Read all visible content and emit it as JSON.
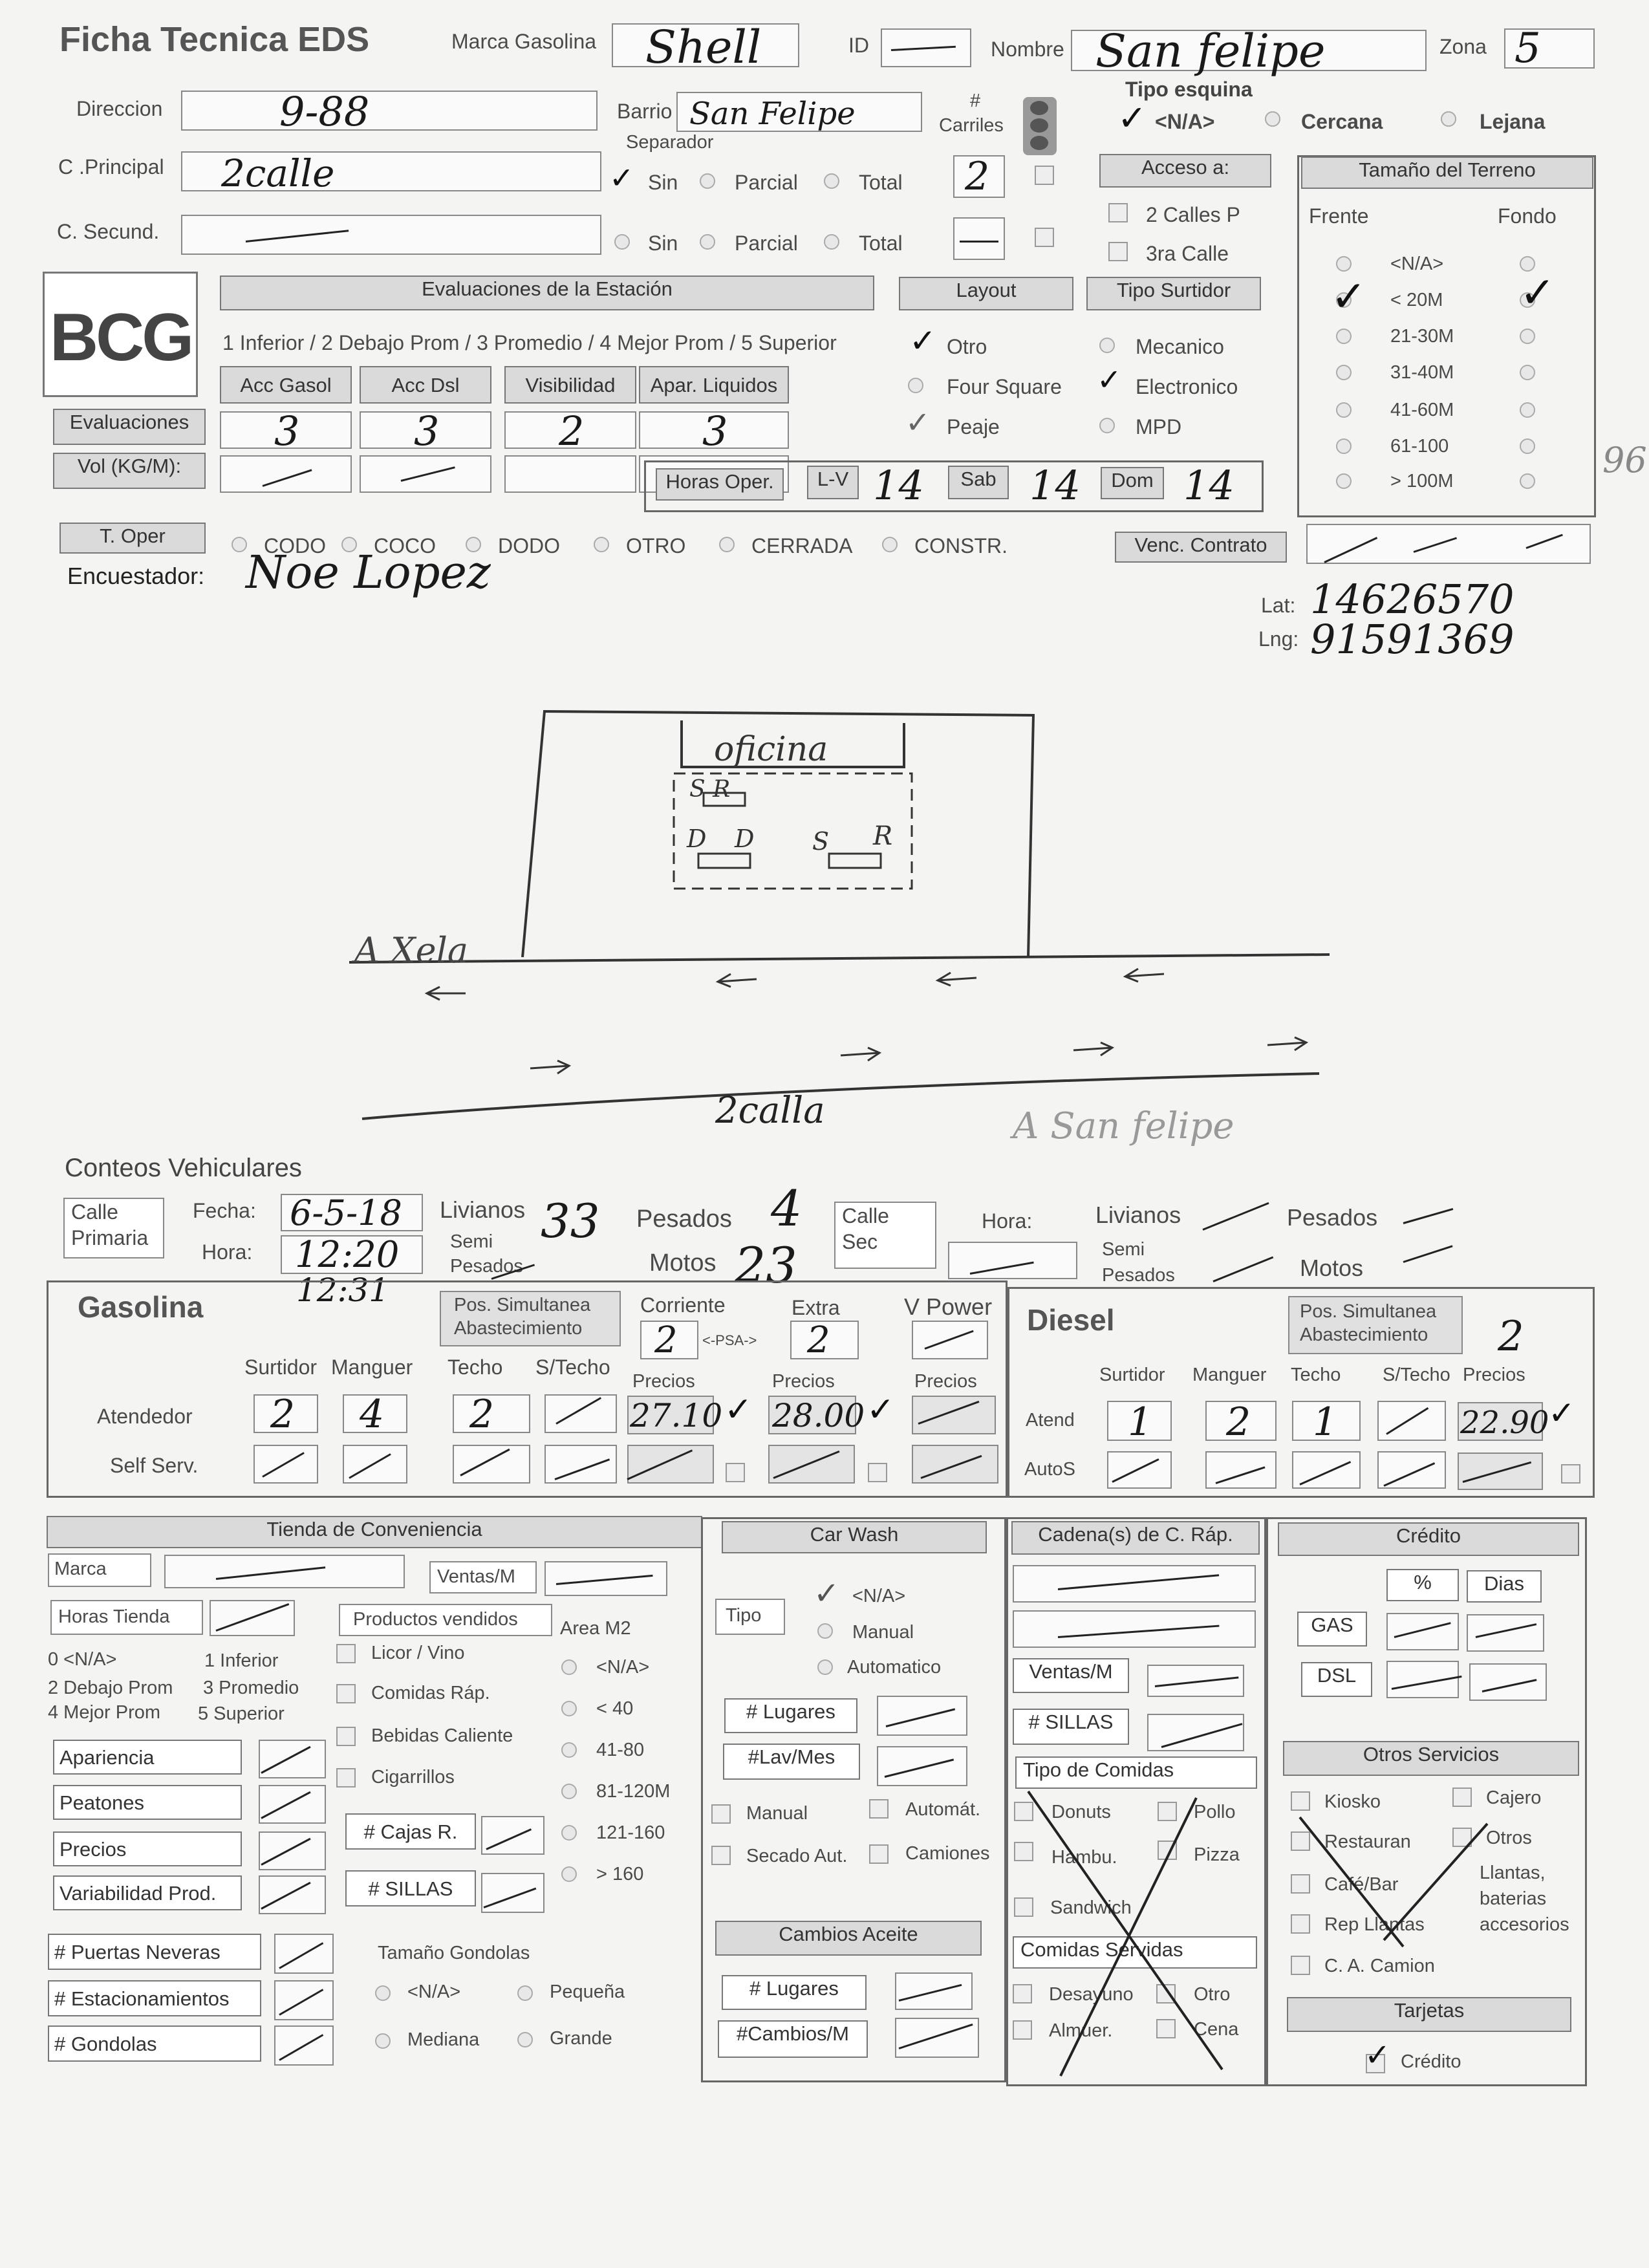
{
  "header": {
    "title": "Ficha Tecnica EDS",
    "marca_label": "Marca Gasolina",
    "marca_value": "Shell",
    "id_label": "ID",
    "nombre_label": "Nombre",
    "nombre_value": "San felipe",
    "zona_label": "Zona",
    "zona_value": "5",
    "direccion_label": "Direccion",
    "direccion_value": "9-88",
    "barrio_label": "Barrio",
    "barrio_value": "San Felipe",
    "carriles_label_1": "#",
    "carriles_label_2": "Carriles",
    "carriles_value": "2",
    "tipo_esquina_label": "Tipo esquina",
    "esquina_na": "<N/A>",
    "esquina_cercana": "Cercana",
    "esquina_lejana": "Lejana",
    "cprincipal_label": "C .Principal",
    "cprincipal_value": "2calle",
    "csecund_label": "C. Secund.",
    "separador_label": "Separador",
    "sep_sin": "Sin",
    "sep_parcial": "Parcial",
    "sep_total": "Total",
    "acceso_label": "Acceso a:",
    "acceso_2calles": "2 Calles P",
    "acceso_3ra": "3ra Calle"
  },
  "terreno": {
    "title": "Tamaño del Terreno",
    "frente": "Frente",
    "fondo": "Fondo",
    "options": [
      "<N/A>",
      "< 20M",
      "21-30M",
      "31-40M",
      "41-60M",
      "61-100",
      "> 100M"
    ],
    "side_mark": "96"
  },
  "logo": {
    "text": "BCG"
  },
  "evaluaciones": {
    "title": "Evaluaciones de la Estación",
    "scale": "1 Inferior / 2 Debajo Prom / 3 Promedio / 4 Mejor Prom / 5 Superior",
    "cols": [
      "Acc Gasol",
      "Acc Dsl",
      "Visibilidad",
      "Apar. Liquidos"
    ],
    "row_eval_label": "Evaluaciones",
    "values": [
      "3",
      "3",
      "2",
      "3"
    ],
    "row_vol_label": "Vol (KG/M):"
  },
  "layout": {
    "title": "Layout",
    "options": [
      "Otro",
      "Four Square",
      "Peaje"
    ],
    "surtidor_title": "Tipo Surtidor",
    "surtidor_options": [
      "Mecanico",
      "Electronico",
      "MPD"
    ]
  },
  "horas": {
    "label": "Horas Oper.",
    "lv_label": "L-V",
    "lv": "14",
    "sab_label": "Sab",
    "sab": "14",
    "dom_label": "Dom",
    "dom": "14"
  },
  "operacion": {
    "label": "T. Oper",
    "options": [
      "CODO",
      "COCO",
      "DODO",
      "OTRO",
      "CERRADA",
      "CONSTR."
    ],
    "contrato_label": "Venc. Contrato",
    "encuestador_label": "Encuestador:",
    "encuestador_value": "Noe Lopez"
  },
  "coords": {
    "lat_label": "Lat:",
    "lat": "14626570",
    "lng_label": "Lng:",
    "lng": "91591369"
  },
  "sketch": {
    "oficina": "oficina",
    "s_r_top": "S R",
    "d1": "D",
    "d2": "D",
    "s": "S",
    "r": "R",
    "axela": "A Xela",
    "street": "2calla",
    "sanfelipe": "A San felipe"
  },
  "conteos": {
    "title": "Conteos Vehiculares",
    "calle_primaria_1": "Calle",
    "calle_primaria_2": "Primaria",
    "fecha_label": "Fecha:",
    "fecha": "6-5-18",
    "hora_label": "Hora:",
    "hora": "12:20",
    "hora_end": "12:31",
    "livianos_label": "Livianos",
    "livianos": "33",
    "semi_label_1": "Semi",
    "semi_label_2": "Pesados",
    "pesados_label": "Pesados",
    "pesados": "4",
    "motos_label": "Motos",
    "motos": "23",
    "calle_sec_1": "Calle",
    "calle_sec_2": "Sec",
    "hora_sec_label": "Hora:"
  },
  "gasolina": {
    "title": "Gasolina",
    "pos_label_1": "Pos. Simultanea",
    "pos_label_2": "Abastecimiento",
    "corriente": "Corriente",
    "extra": "Extra",
    "vpower": "V Power",
    "corriente_val": "2",
    "psa": "<-PSA->",
    "extra_val": "2",
    "cols": [
      "Surtidor",
      "Manguer",
      "Techo",
      "S/Techo"
    ],
    "precios": "Precios",
    "atendedor_label": "Atendedor",
    "self_label": "Self Serv.",
    "atend_vals": [
      "2",
      "4",
      "2"
    ],
    "precio_corriente": "27.10",
    "precio_extra": "28.00"
  },
  "diesel": {
    "title": "Diesel",
    "pos_label_1": "Pos. Simultanea",
    "pos_label_2": "Abastecimiento",
    "pos_val": "2",
    "cols": [
      "Surtidor",
      "Manguer",
      "Techo",
      "S/Techo",
      "Precios"
    ],
    "atend_label": "Atend",
    "autos_label": "AutoS",
    "atend_vals": [
      "1",
      "2",
      "1"
    ],
    "precio": "22.90"
  },
  "tienda": {
    "title": "Tienda de Conveniencia",
    "marca": "Marca",
    "ventas": "Ventas/M",
    "horas": "Horas Tienda",
    "productos": "Productos vendidos",
    "area": "Area M2",
    "scale": [
      "0 <N/A>",
      "1 Inferior",
      "2 Debajo Prom",
      "3 Promedio",
      "4 Mejor Prom",
      "5 Superior"
    ],
    "productos_list": [
      "Licor / Vino",
      "Comidas Ráp.",
      "Bebidas Caliente",
      "Cigarrillos"
    ],
    "area_list": [
      "<N/A>",
      "< 40",
      "41-80",
      "81-120M",
      "121-160",
      "> 160"
    ],
    "eval_list": [
      "Apariencia",
      "Peatones",
      "Precios",
      "Variabilidad Prod."
    ],
    "cajas": "# Cajas R.",
    "sillas": "# SILLAS",
    "count_list": [
      "# Puertas Neveras",
      "# Estacionamientos",
      "# Gondolas"
    ],
    "gondolas_title": "Tamaño Gondolas",
    "gondolas": [
      "<N/A>",
      "Pequeña",
      "Mediana",
      "Grande"
    ]
  },
  "carwash": {
    "title": "Car Wash",
    "tipo": "Tipo",
    "tipo_options": [
      "<N/A>",
      "Manual",
      "Automatico"
    ],
    "lugares": "# Lugares",
    "lav": "#Lav/Mes",
    "checks": [
      "Manual",
      "Automát.",
      "Secado Aut.",
      "Camiones"
    ],
    "aceite_title": "Cambios Aceite",
    "aceite_lugares": "# Lugares",
    "aceite_cambios": "#Cambios/M"
  },
  "cadena": {
    "title": "Cadena(s) de C. Ráp.",
    "ventas": "Ventas/M",
    "sillas": "# SILLAS",
    "tipo_title": "Tipo de Comidas",
    "tipos": [
      "Donuts",
      "Pollo",
      "Hambu.",
      "Pizza",
      "Sandwich"
    ],
    "servidas_title": "Comidas Servidas",
    "servidas": [
      "Desayuno",
      "Otro",
      "Almuer.",
      "Cena"
    ]
  },
  "credito": {
    "title": "Crédito",
    "pct": "%",
    "dias": "Dias",
    "gas": "GAS",
    "dsl": "DSL",
    "otros_title": "Otros Servicios",
    "otros": [
      "Kiosko",
      "Cajero",
      "Restauran",
      "Otros",
      "Café/Bar",
      "Rep Llantas",
      "C. A. Camion"
    ],
    "llantas": [
      "Llantas,",
      "baterias",
      "accesorios"
    ],
    "tarjetas_title": "Tarjetas",
    "tarjeta_credito": "Crédito"
  }
}
